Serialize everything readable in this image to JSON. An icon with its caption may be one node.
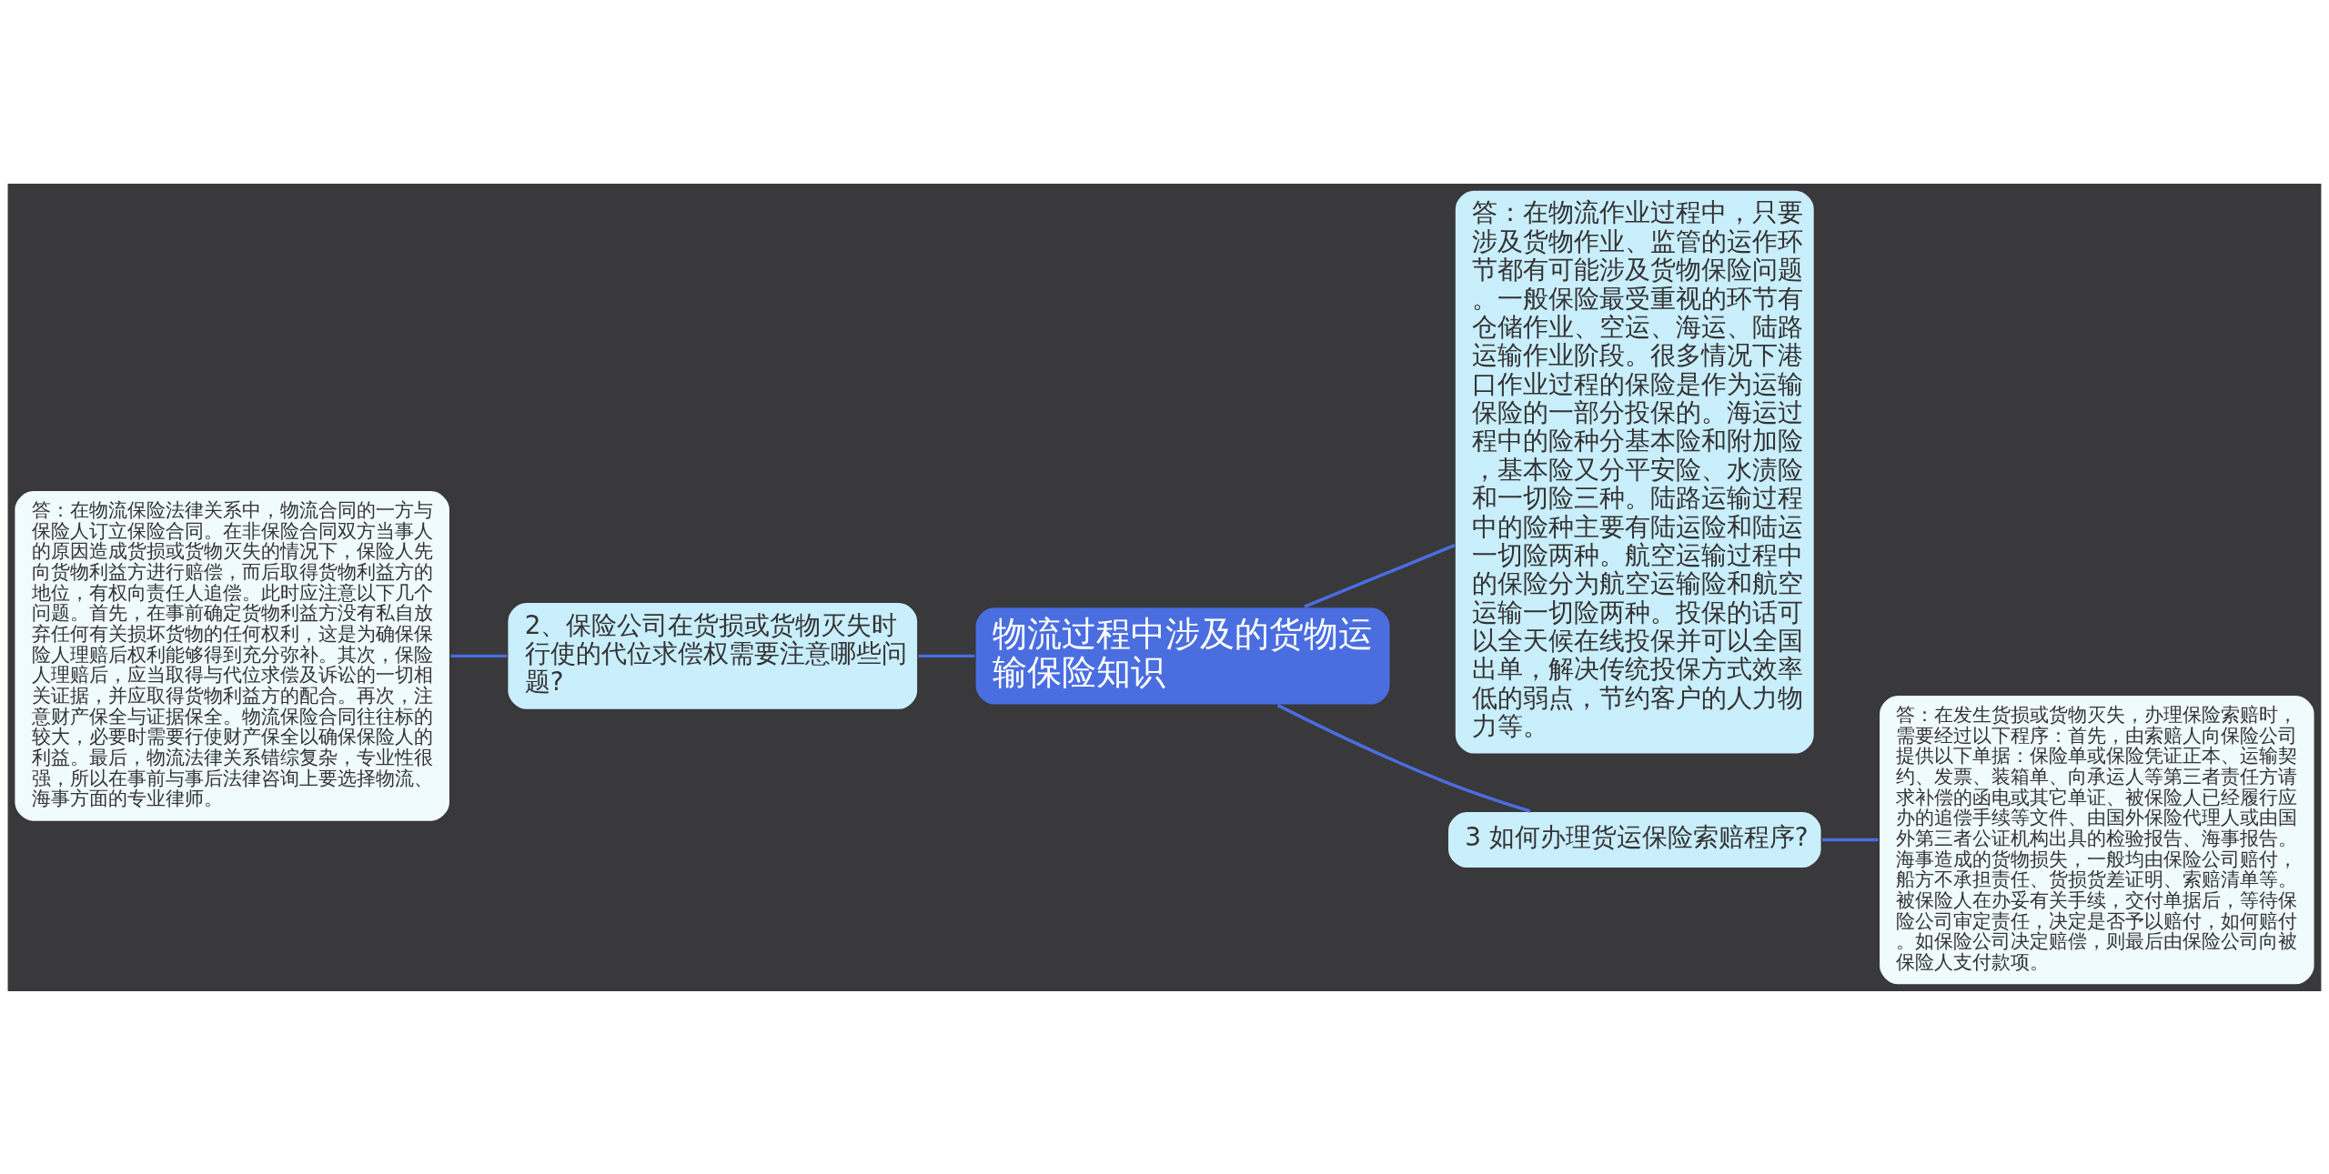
{
  "diagram": {
    "nodes": [
      {
        "text": [
          "物流过程中涉及的货物运输保险知识"
        ]
      },
      {
        "text": [
          "2、保险公司在货损或货物灭失时行使的代位求偿权需要注意哪些问题?"
        ]
      },
      {
        "text": [
          "答：在物流保险法律关系中，物流合同的一方与保险人订立保险合同。在非保险合同双方当事人的原因造成货损或货物灭失的情况下，保险人先向货物利益方进行赔偿，而后取得货物利益方的地位，有权向责任人追偿。此时应注意以下几个问题。首先，在事前确定货物利益方没有私自放弃任何有关损坏货物的任何权利，这是为确保保险人理赔后权利能够得到充分弥补。其次，保险人理赔后，应当取得与代位求偿及诉讼的一切相关证据，并应取得货物利益方的配合。再次，注意财产保全与证据保全。物流保险合同往往标的较大，必要时需要行使财产保全以确保保险人的利益。最后，物流法律关系错综复杂，专业性很强，所以在事前与事后法律咨询上要选择物流、海事方面的专业律师。"
        ]
      },
      {
        "text": [
          "答：在物流作业过程中，只要涉及货物作业、监管的运作环节都有可能涉及货物保险问题。一般保险最受重视的环节有仓储作业、空运、海运、陆路运输作业阶段。很多情况下港口作业过程的保险是作为运输保险的一部分投保的。海运过程中的险种分基本险和附加险，基本险又分平安险、水渍险和一切险三种。陆路运输过程中的险种主要有陆运险和陆运一切险两种。航空运输过程中的保险分为航空运输险和航空运输一切险两种。投保的话可以全天候在线投保并可以全国出单，解决传统投保方式效率低的弱点，节约客户的人力物力等。"
        ]
      },
      {
        "text": [
          "3 如何办理货运保险索赔程序?"
        ]
      },
      {
        "text": [
          "答：在发生货损或货物灭失，办理保险索赔时，需要经过以下程序：首先，由索赔人向保险公司提供以下单据：保险单或保险凭证正本、运输契约、发票、装箱单、向承运人等第三者责任方请求补偿的函电或其它单证、被保险人已经履行应办的追偿手续等文件、由国外保险代理人或由国外第三者公证机构出具的检验报告、海事报告。海事造成的货物损失，一般均由保险公司赔付，船方不承担责任、货损货差证明、索赔清单等。被保险人在办妥有关手续，交付单据后，等待保险公司审定责任，决定是否予以赔付，如何赔付。如保险公司决定赔偿，则最后由保险公司向被保险人支付款项。"
        ]
      }
    ],
    "edges": [
      {
        "from": 2,
        "to": 1,
        "arrow": "none"
      },
      {
        "from": 1,
        "to": 0,
        "arrow": "none"
      },
      {
        "from": 0,
        "to": 3,
        "arrow": "none"
      },
      {
        "from": 0,
        "to": 4,
        "arrow": "none"
      },
      {
        "from": 4,
        "to": 5,
        "arrow": "none"
      }
    ]
  }
}
